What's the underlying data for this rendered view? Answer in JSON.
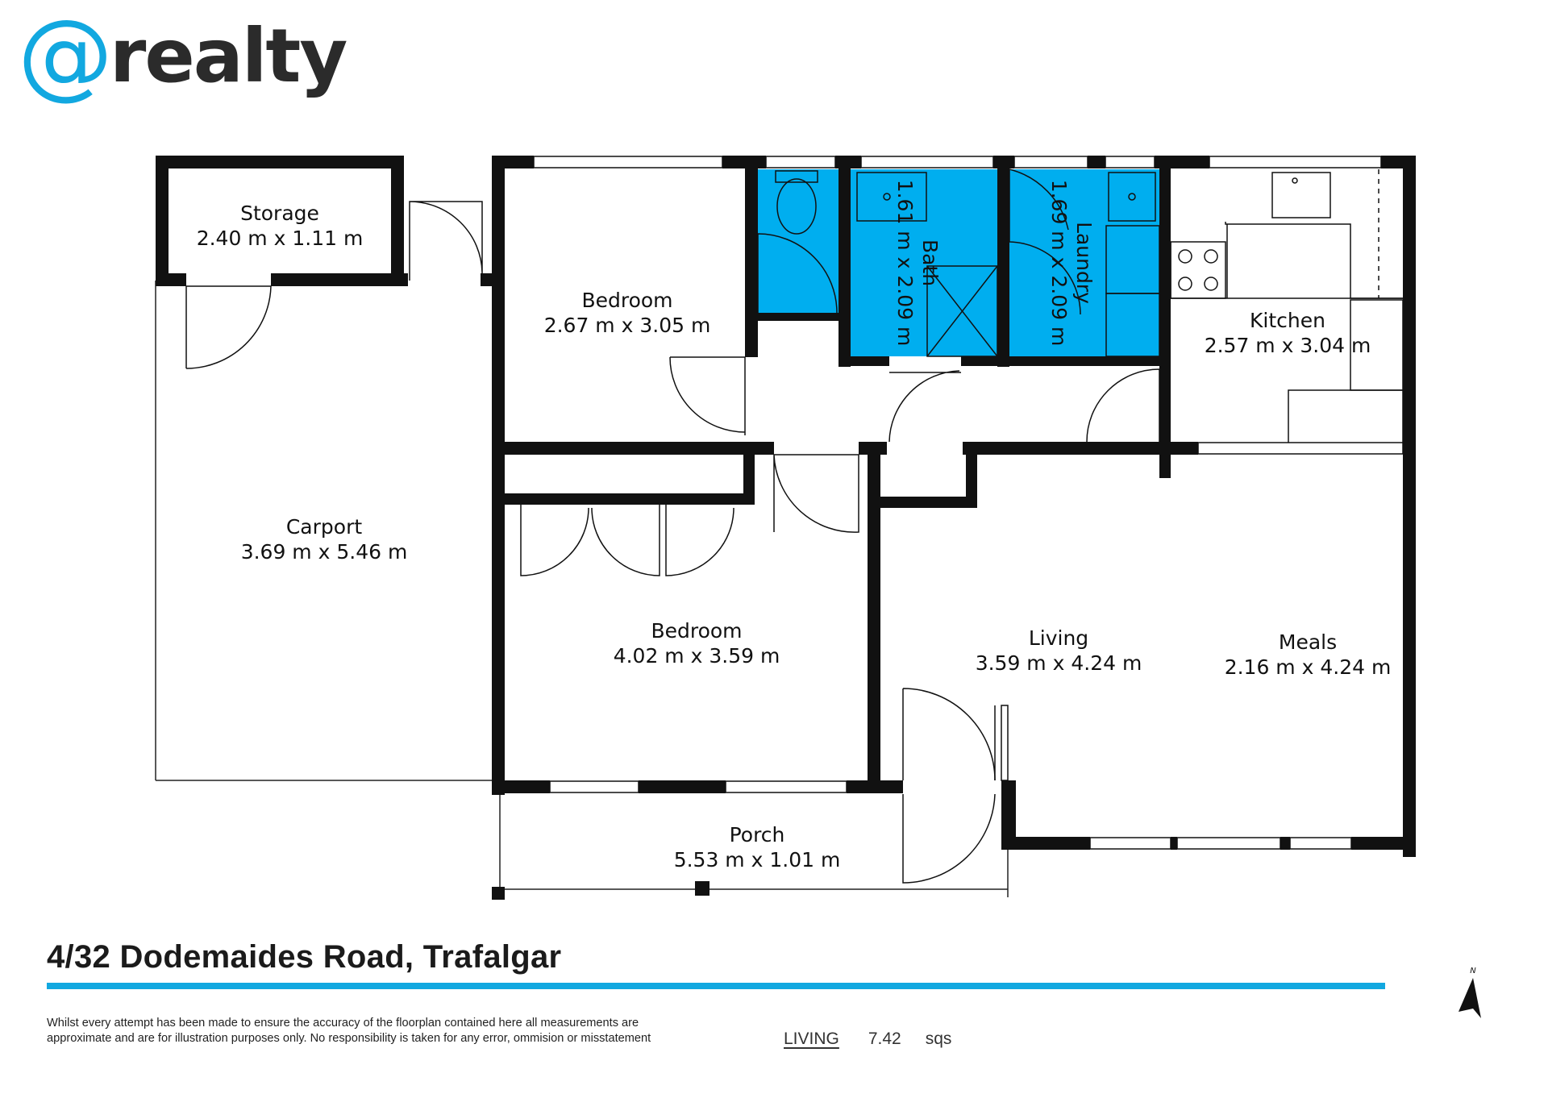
{
  "brand": {
    "logo_symbol": "@",
    "logo_word": "realty",
    "accent_color": "#12a8e0",
    "text_color": "#2b2b2b"
  },
  "rooms": {
    "storage": {
      "name": "Storage",
      "dims": "2.40 m x 1.11 m"
    },
    "bedroom_1": {
      "name": "Bedroom",
      "dims": "2.67 m x 3.05 m"
    },
    "bath": {
      "name": "Bath",
      "dims": "1.61 m x 2.09 m"
    },
    "laundry": {
      "name": "Laundry",
      "dims": "1.69 m x 2.09 m"
    },
    "kitchen": {
      "name": "Kitchen",
      "dims": "2.57 m x 3.04 m"
    },
    "carport": {
      "name": "Carport",
      "dims": "3.69 m x 5.46 m"
    },
    "bedroom_2": {
      "name": "Bedroom",
      "dims": "4.02 m x 3.59 m"
    },
    "living": {
      "name": "Living",
      "dims": "3.59 m x 4.24 m"
    },
    "meals": {
      "name": "Meals",
      "dims": "2.16 m x 4.24 m"
    },
    "porch": {
      "name": "Porch",
      "dims": "5.53 m x 1.01 m"
    }
  },
  "wet_area_color": "#00aeef",
  "address": "4/32 Dodemaides Road, Trafalgar",
  "disclaimer": "Whilst every attempt has been made to ensure the accuracy of the floorplan contained here all measurements are approximate and are for illustration purposes only. No responsibility is taken for any error, ommision or misstatement",
  "area_summary": {
    "label": "LIVING",
    "value": "7.42",
    "unit": "sqs"
  },
  "north_indicator": {
    "icon": "north-arrow-icon",
    "label": "N"
  }
}
